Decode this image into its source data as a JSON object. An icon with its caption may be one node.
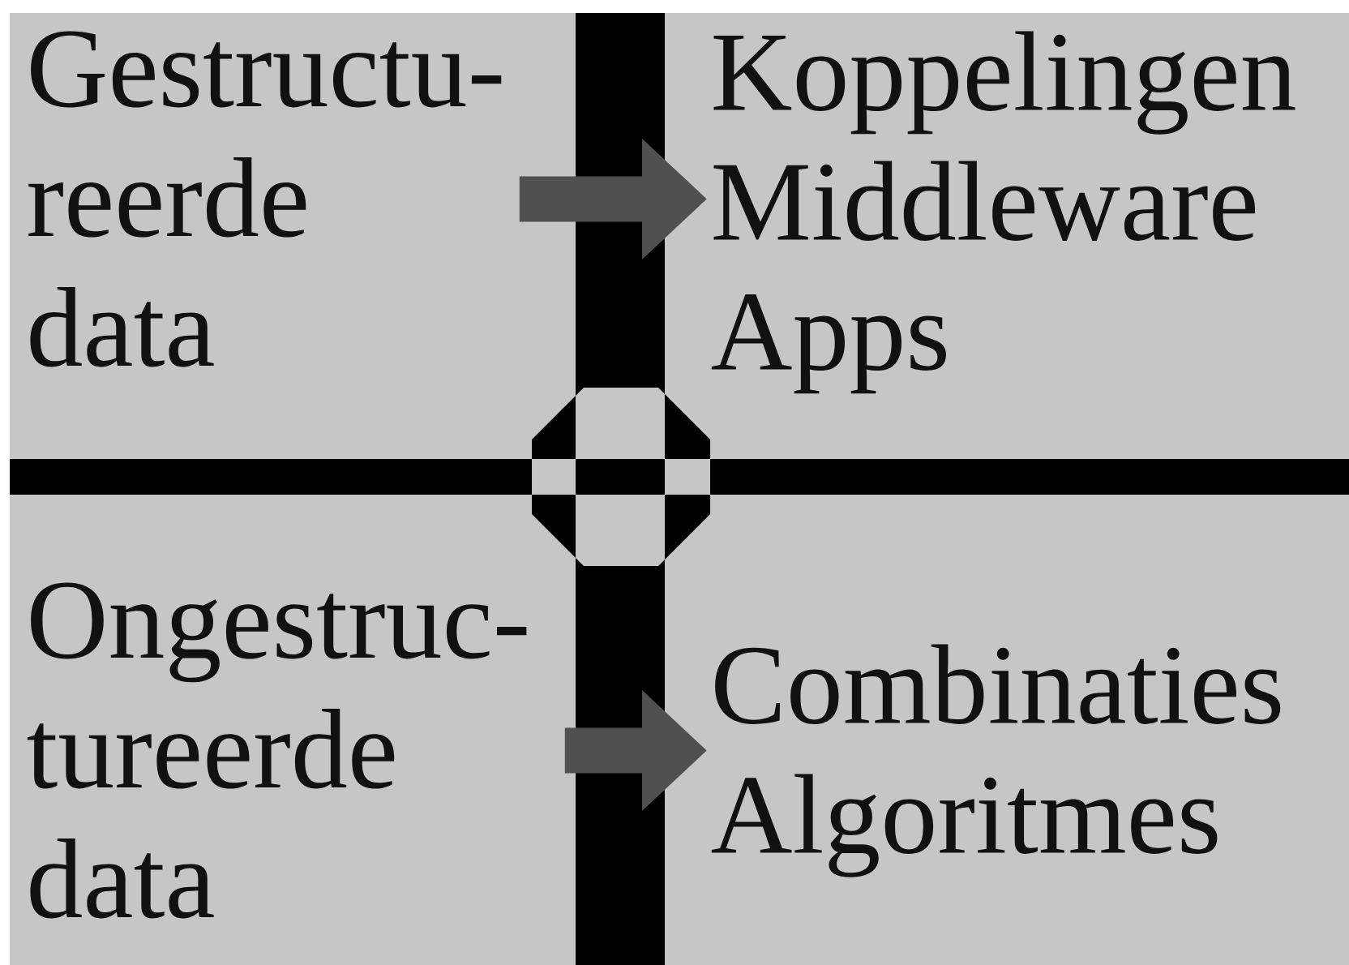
{
  "diagram": {
    "nodes": [
      {
        "text": [
          "Gestructu-reerde data"
        ]
      },
      {
        "text": [
          "Koppelingen Middleware Apps"
        ]
      },
      {
        "text": [
          "Ongestruc-tureerde data"
        ]
      },
      {
        "text": [
          "Combinaties Algoritmes"
        ]
      }
    ],
    "edges": [
      {
        "from": 0,
        "to": 1,
        "arrow": "to"
      },
      {
        "from": 2,
        "to": 3,
        "arrow": "to"
      }
    ]
  }
}
